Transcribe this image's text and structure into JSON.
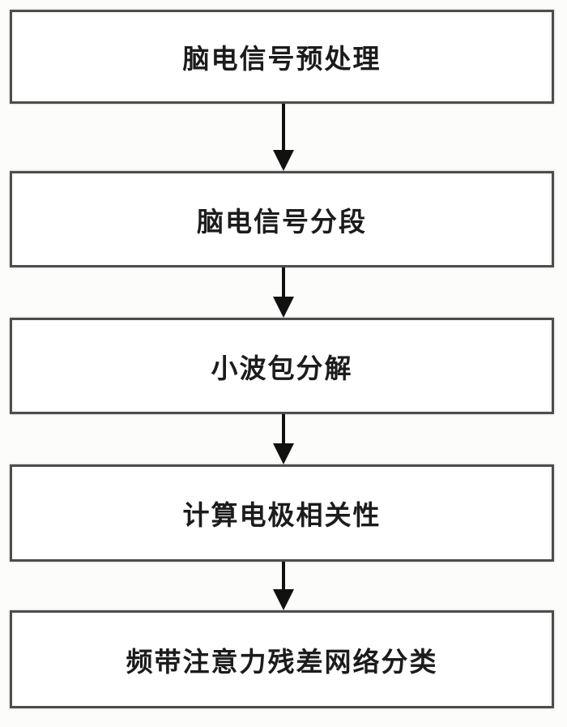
{
  "figure": {
    "title": "EEG classification flowchart",
    "colors": {
      "background": "#fcfcfb",
      "box_border": "#4d4d4d",
      "text": "#1c1c1c",
      "arrow": "#111111"
    },
    "steps": [
      {
        "label": "脑电信号预处理"
      },
      {
        "label": "脑电信号分段"
      },
      {
        "label": "小波包分解"
      },
      {
        "label": "计算电极相关性"
      },
      {
        "label": "频带注意力残差网络分类"
      }
    ],
    "connectors": [
      {
        "icon": "arrow-down-icon",
        "from": 1,
        "to": 2
      },
      {
        "icon": "arrow-down-icon",
        "from": 2,
        "to": 3
      },
      {
        "icon": "arrow-down-icon",
        "from": 3,
        "to": 4
      },
      {
        "icon": "arrow-down-icon",
        "from": 4,
        "to": 5
      }
    ]
  }
}
